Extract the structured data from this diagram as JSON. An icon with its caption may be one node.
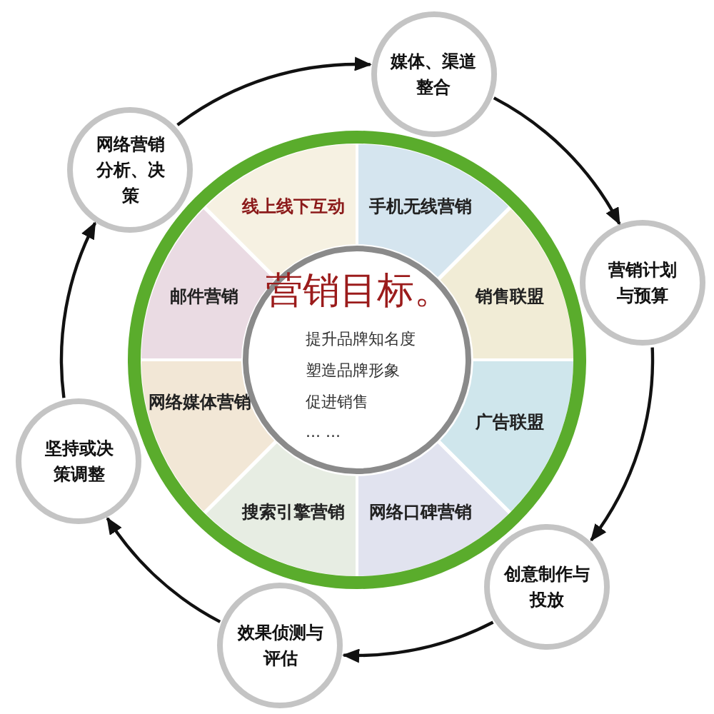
{
  "diagram": {
    "nodes": [
      {
        "text": [
          "营销目标。",
          "提升品牌知名度",
          "塑造品牌形象",
          "促进销售",
          "... ..."
        ]
      },
      {
        "text": [
          "线上线下互动"
        ]
      },
      {
        "text": [
          "手机无线营销"
        ]
      },
      {
        "text": [
          "邮件营销"
        ]
      },
      {
        "text": [
          "销售联盟"
        ]
      },
      {
        "text": [
          "网络媒体营销"
        ]
      },
      {
        "text": [
          "广告联盟"
        ]
      },
      {
        "text": [
          "搜索引擎营销"
        ]
      },
      {
        "text": [
          "网络口碑营销"
        ]
      },
      {
        "text": [
          "媒体、渠道整合"
        ]
      },
      {
        "text": [
          "网络营销分析、决策"
        ]
      },
      {
        "text": [
          "营销计划与预算"
        ]
      },
      {
        "text": [
          "坚持或决策调整"
        ]
      },
      {
        "text": [
          "创意制作与投放"
        ]
      },
      {
        "text": [
          "效果侦测与评估"
        ]
      }
    ],
    "edges": [
      {
        "from": 10,
        "to": 9,
        "arrow": "to"
      },
      {
        "from": 9,
        "to": 11,
        "arrow": "to"
      },
      {
        "from": 11,
        "to": 13,
        "arrow": "to"
      },
      {
        "from": 13,
        "to": 14,
        "arrow": "to"
      },
      {
        "from": 14,
        "to": 12,
        "arrow": "to"
      },
      {
        "from": 12,
        "to": 10,
        "arrow": "to"
      }
    ]
  }
}
